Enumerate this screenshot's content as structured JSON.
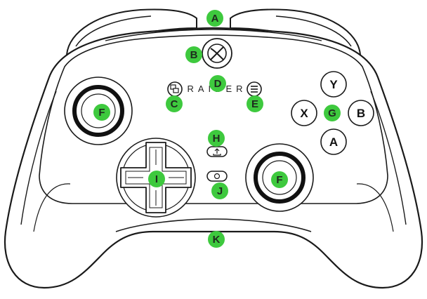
{
  "diagram": {
    "brand_text": "RAIDER",
    "face_buttons": {
      "y": "Y",
      "x": "X",
      "b": "B",
      "a": "A"
    },
    "callouts": {
      "a": "A",
      "b": "B",
      "c": "C",
      "d": "D",
      "e": "E",
      "f_left": "F",
      "f_right": "F",
      "g": "G",
      "h": "H",
      "i": "I",
      "j": "J",
      "k": "K"
    },
    "colors": {
      "callout_fill": "#3ec93e",
      "outline": "#1a1a1a",
      "body_fill": "#ffffff",
      "stick_ring": "#111111"
    },
    "icons": [
      "xbox-logo-icon",
      "view-button-icon",
      "menu-button-icon",
      "share-button-icon",
      "capture-button-icon",
      "dpad-icon"
    ]
  }
}
